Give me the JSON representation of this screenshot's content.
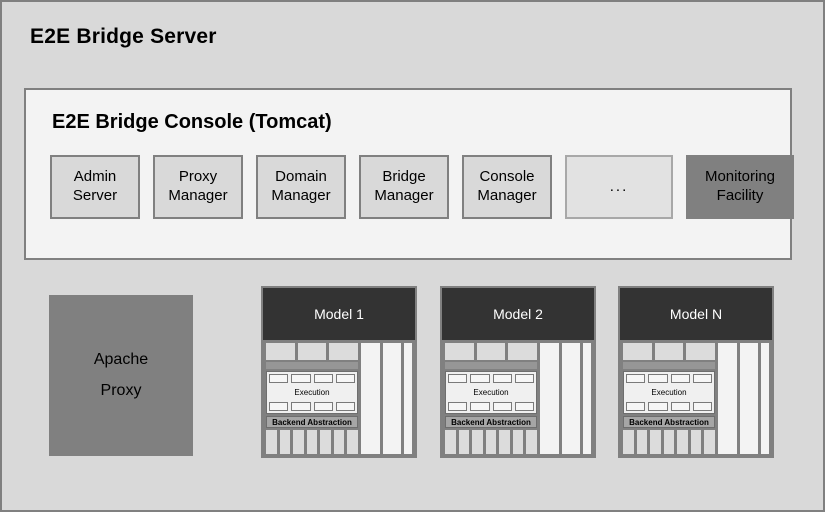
{
  "diagram": {
    "server": {
      "title": "E2E Bridge Server"
    },
    "console": {
      "title": "E2E Bridge Console (Tomcat)",
      "modules": [
        {
          "name": "admin-server",
          "line1": "Admin",
          "line2": "Server",
          "style": "normal"
        },
        {
          "name": "proxy-manager",
          "line1": "Proxy",
          "line2": "Manager",
          "style": "normal"
        },
        {
          "name": "domain-manager",
          "line1": "Domain",
          "line2": "Manager",
          "style": "normal"
        },
        {
          "name": "bridge-manager",
          "line1": "Bridge",
          "line2": "Manager",
          "style": "normal"
        },
        {
          "name": "console-manager",
          "line1": "Console",
          "line2": "Manager",
          "style": "normal"
        },
        {
          "name": "more-modules",
          "line1": "...",
          "line2": "",
          "style": "ellipsis"
        },
        {
          "name": "monitoring-facility",
          "line1": "Monitoring",
          "line2": "Facility",
          "style": "monitoring"
        }
      ]
    },
    "apache_proxy": {
      "line1": "Apache",
      "line2": "Proxy"
    },
    "models": [
      {
        "name": "model-1",
        "title": "Model 1",
        "execution_label": "Execution",
        "backend_label": "Backend Abstraction"
      },
      {
        "name": "model-2",
        "title": "Model 2",
        "execution_label": "Execution",
        "backend_label": "Backend Abstraction"
      },
      {
        "name": "model-n",
        "title": "Model N",
        "execution_label": "Execution",
        "backend_label": "Backend Abstraction"
      }
    ],
    "colors": {
      "server_background": "#d9d9d9",
      "outer_border": "#808080",
      "console_background": "#f3f3f3",
      "module_fill": "#d9d9d9",
      "monitoring_fill": "#808080",
      "apache_fill": "#808080",
      "model_header": "#333333",
      "model_frame": "#808080"
    }
  }
}
